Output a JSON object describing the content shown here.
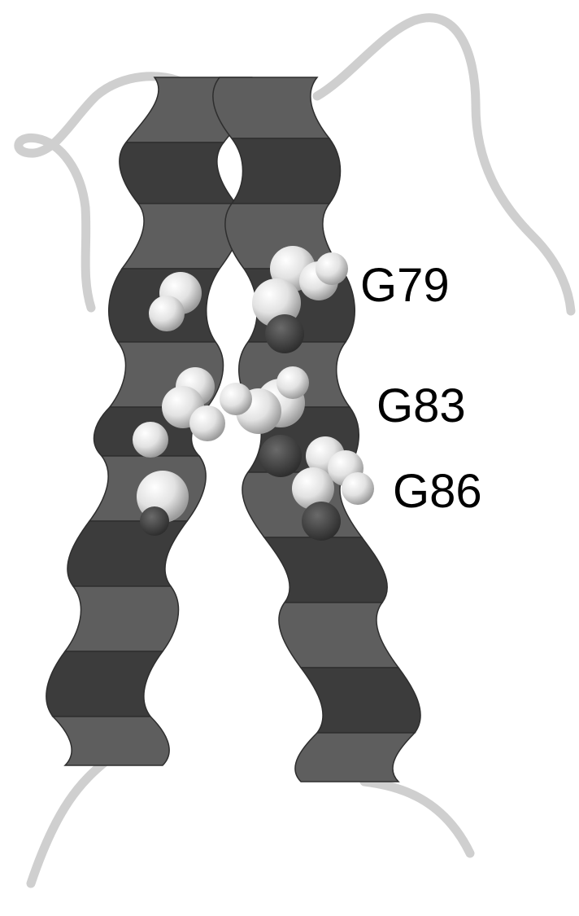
{
  "figure": {
    "residue_labels": [
      "G79",
      "G83",
      "G86"
    ]
  },
  "colors": {
    "helix": "#5e5e5e",
    "helix_dark": "#3c3c3c",
    "loop": "#d6d6d6",
    "sphere_light": "#e6e6e6",
    "sphere_dark": "#3a3a3a",
    "label_text": "#000000",
    "background": "#ffffff"
  }
}
